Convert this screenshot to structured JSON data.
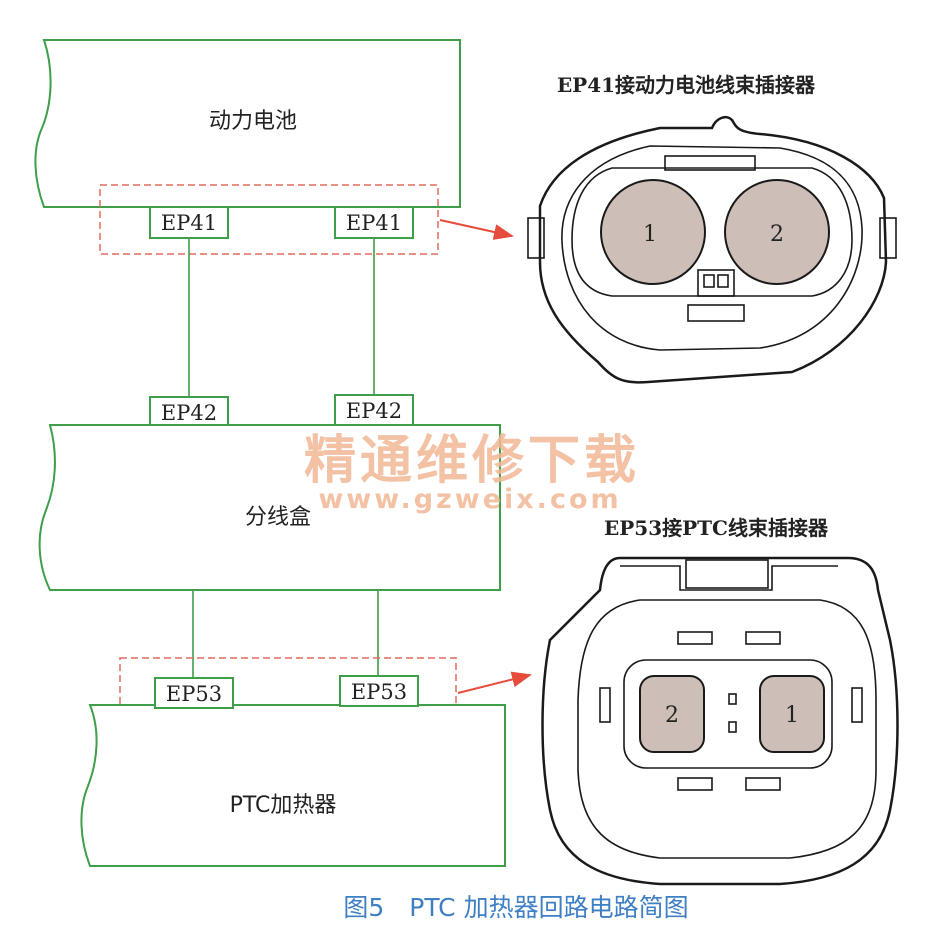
{
  "blocks": {
    "battery": "动力电池",
    "junction_box": "分线盒",
    "ptc_heater": "PTC加热器"
  },
  "tags": {
    "ep41_left": "EP41",
    "ep41_right": "EP41",
    "ep42_left": "EP42",
    "ep42_right": "EP42",
    "ep53_left": "EP53",
    "ep53_right": "EP53"
  },
  "connectors": {
    "ep41": {
      "title": "EP41接动力电池线束插接器",
      "pins": [
        "1",
        "2"
      ]
    },
    "ep53": {
      "title": "EP53接PTC线束插接器",
      "pins": [
        "2",
        "1"
      ]
    }
  },
  "watermark": {
    "cn": "精通维修下载",
    "url": "www.gzweix.com"
  },
  "caption": "图5　PTC 加热器回路电路简图",
  "colors": {
    "wire": "#3e9e4a",
    "dashed_box": "#e26b5e",
    "arrow": "#e64c3c",
    "pin_fill": "#cdbfb7",
    "watermark": "#f2b896",
    "caption": "#3f7fc4"
  }
}
